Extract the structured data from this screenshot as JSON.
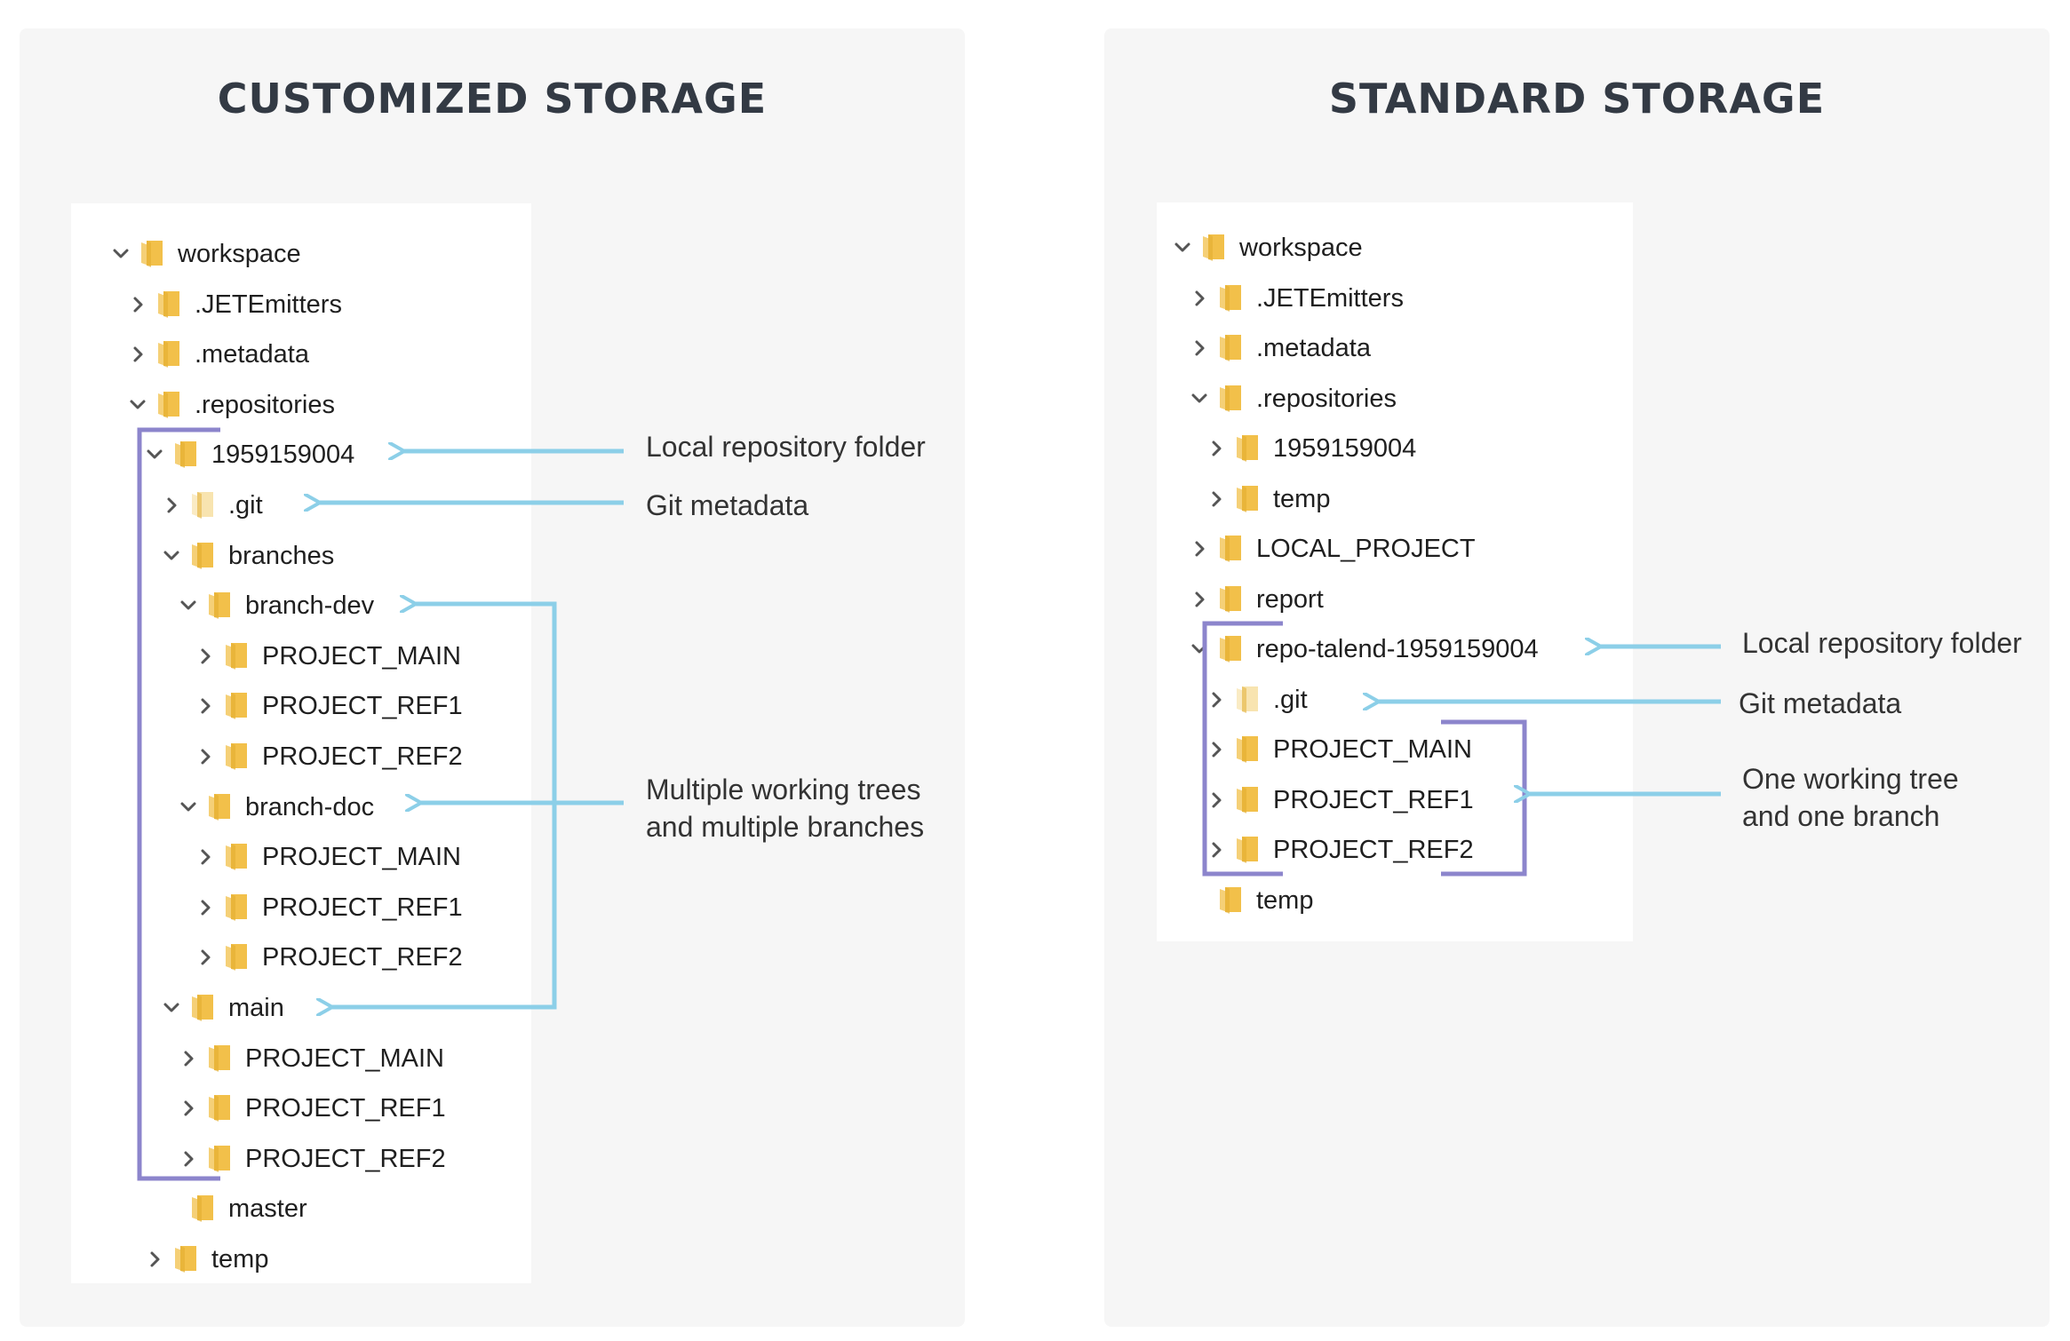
{
  "left": {
    "title": "CUSTOMIZED STORAGE",
    "tree": [
      {
        "label": "workspace",
        "chevron": "down",
        "folder": "normal"
      },
      {
        "label": ".JETEmitters",
        "chevron": "right",
        "folder": "normal"
      },
      {
        "label": ".metadata",
        "chevron": "right",
        "folder": "normal"
      },
      {
        "label": ".repositories",
        "chevron": "down",
        "folder": "normal"
      },
      {
        "label": "1959159004",
        "chevron": "down",
        "folder": "normal"
      },
      {
        "label": ".git",
        "chevron": "right",
        "folder": "hidden"
      },
      {
        "label": "branches",
        "chevron": "down",
        "folder": "normal"
      },
      {
        "label": "branch-dev",
        "chevron": "down",
        "folder": "normal"
      },
      {
        "label": "PROJECT_MAIN",
        "chevron": "right",
        "folder": "normal"
      },
      {
        "label": "PROJECT_REF1",
        "chevron": "right",
        "folder": "normal"
      },
      {
        "label": "PROJECT_REF2",
        "chevron": "right",
        "folder": "normal"
      },
      {
        "label": "branch-doc",
        "chevron": "down",
        "folder": "normal"
      },
      {
        "label": "PROJECT_MAIN",
        "chevron": "right",
        "folder": "normal"
      },
      {
        "label": "PROJECT_REF1",
        "chevron": "right",
        "folder": "normal"
      },
      {
        "label": "PROJECT_REF2",
        "chevron": "right",
        "folder": "normal"
      },
      {
        "label": "main",
        "chevron": "down",
        "folder": "normal"
      },
      {
        "label": "PROJECT_MAIN",
        "chevron": "right",
        "folder": "normal"
      },
      {
        "label": "PROJECT_REF1",
        "chevron": "right",
        "folder": "normal"
      },
      {
        "label": "PROJECT_REF2",
        "chevron": "right",
        "folder": "normal"
      },
      {
        "label": "master",
        "chevron": "none",
        "folder": "normal"
      },
      {
        "label": "temp",
        "chevron": "right",
        "folder": "normal"
      }
    ],
    "annotations": {
      "local_repo": "Local repository folder",
      "git_meta": "Git metadata",
      "multi_line1": "Multiple working trees",
      "multi_line2": "and multiple branches"
    }
  },
  "right": {
    "title": "STANDARD STORAGE",
    "tree": [
      {
        "label": "workspace",
        "chevron": "down",
        "folder": "normal"
      },
      {
        "label": ".JETEmitters",
        "chevron": "right",
        "folder": "normal"
      },
      {
        "label": ".metadata",
        "chevron": "right",
        "folder": "normal"
      },
      {
        "label": ".repositories",
        "chevron": "down",
        "folder": "normal"
      },
      {
        "label": "1959159004",
        "chevron": "right",
        "folder": "normal"
      },
      {
        "label": "temp",
        "chevron": "right",
        "folder": "normal"
      },
      {
        "label": "LOCAL_PROJECT",
        "chevron": "right",
        "folder": "normal"
      },
      {
        "label": "report",
        "chevron": "right",
        "folder": "normal"
      },
      {
        "label": "repo-talend-1959159004",
        "chevron": "down",
        "folder": "normal"
      },
      {
        "label": ".git",
        "chevron": "right",
        "folder": "hidden"
      },
      {
        "label": "PROJECT_MAIN",
        "chevron": "right",
        "folder": "normal"
      },
      {
        "label": "PROJECT_REF1",
        "chevron": "right",
        "folder": "normal"
      },
      {
        "label": "PROJECT_REF2",
        "chevron": "right",
        "folder": "normal"
      },
      {
        "label": "temp",
        "chevron": "none",
        "folder": "normal"
      }
    ],
    "annotations": {
      "local_repo": "Local repository folder",
      "git_meta": "Git metadata",
      "one_line1": "One working tree",
      "one_line2": "and one branch"
    }
  },
  "colors": {
    "arrow": "#8ccfe8",
    "bracket": "#8c85cc",
    "folder": "#f2c04a",
    "folder_hidden": "#f8e4b0",
    "chevron": "#555555"
  }
}
